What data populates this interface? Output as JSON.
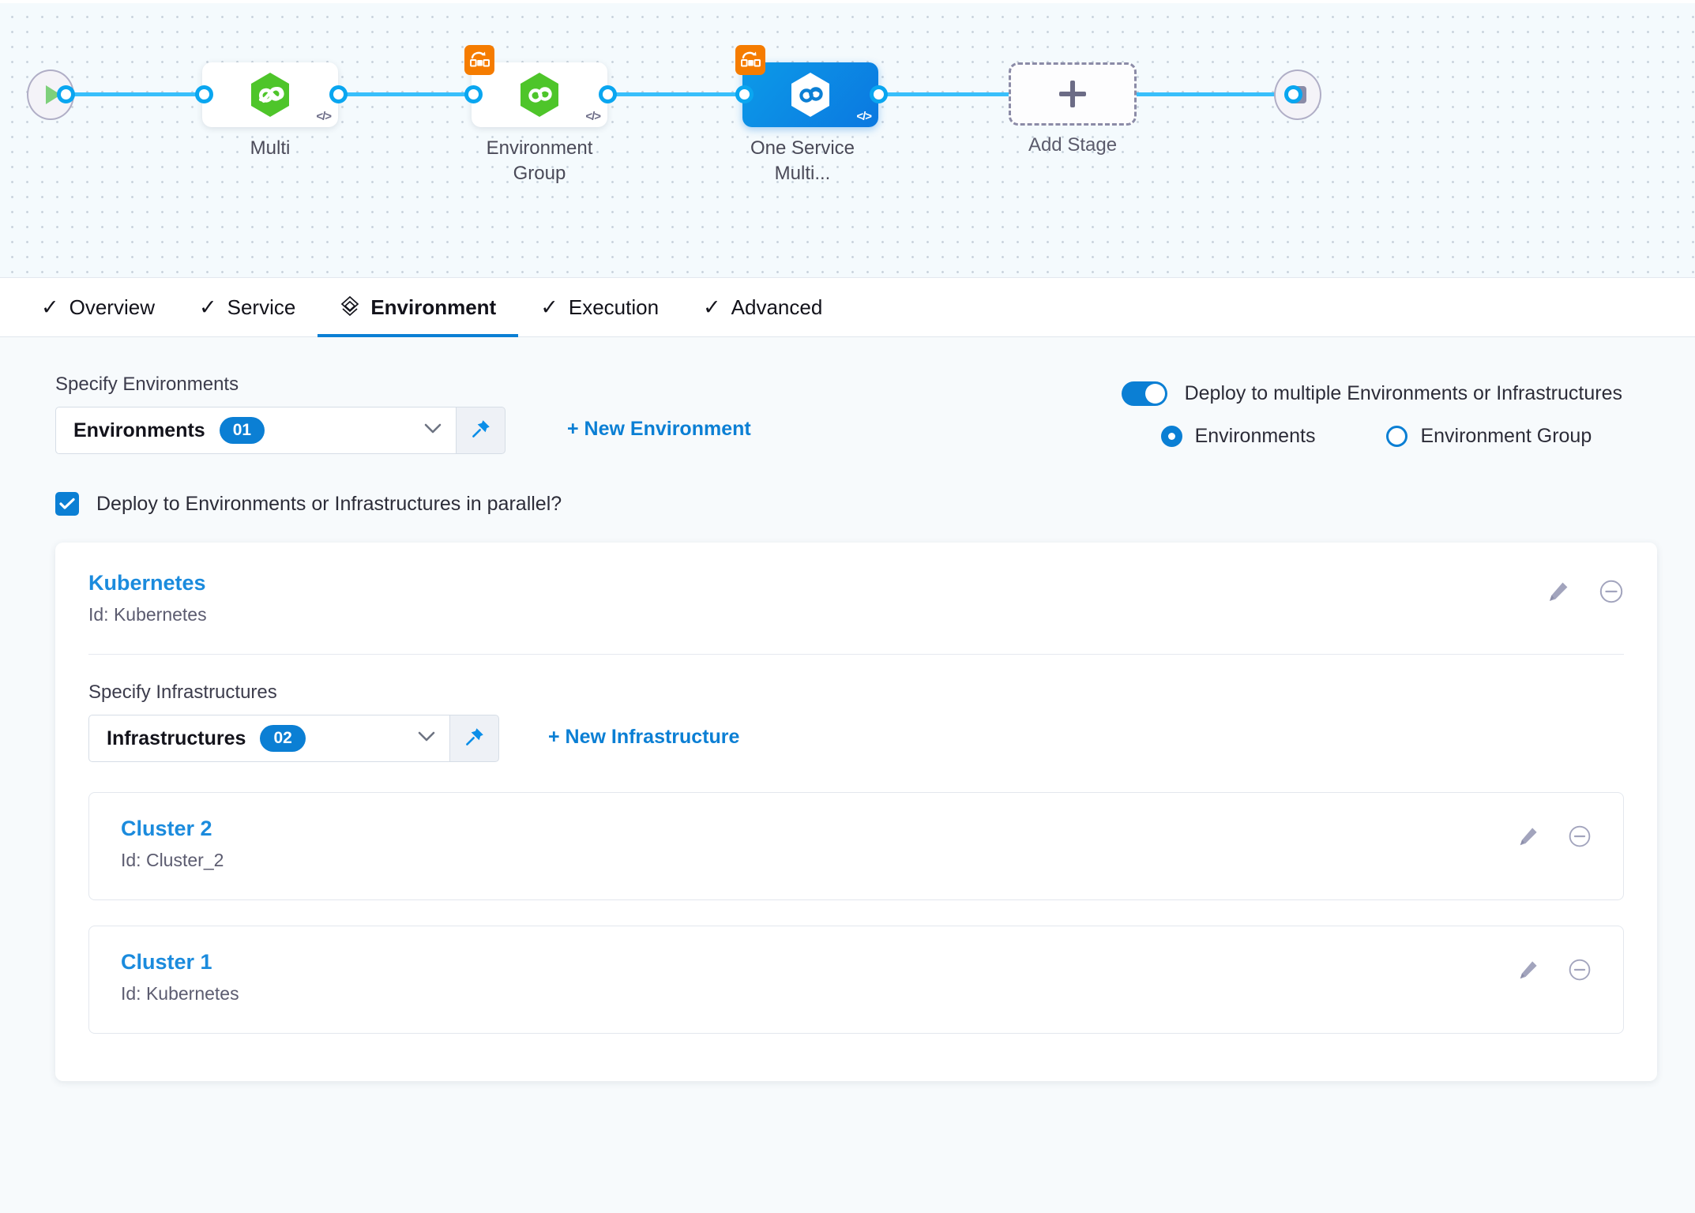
{
  "pipeline": {
    "start_node": "start-play",
    "end_node": "stop-square",
    "stages": [
      {
        "label": "Multi",
        "type": "deployment",
        "selected": false,
        "has_badge": false,
        "code_glyph": "</>"
      },
      {
        "label": "Environment Group",
        "type": "deployment",
        "selected": false,
        "has_badge": true,
        "code_glyph": "</>"
      },
      {
        "label": "One Service Multi...",
        "type": "deployment",
        "selected": true,
        "has_badge": true,
        "code_glyph": "</>"
      }
    ],
    "add_stage_label": "Add Stage",
    "colors": {
      "wire": "#38bffb",
      "selected_stage": "#0b7fd4",
      "stage_icon_green": "#4ec52a",
      "badge_orange": "#f57c00"
    }
  },
  "tabs": [
    {
      "label": "Overview",
      "icon": "check-icon",
      "active": false
    },
    {
      "label": "Service",
      "icon": "check-icon",
      "active": false
    },
    {
      "label": "Environment",
      "icon": "layers-icon",
      "active": true
    },
    {
      "label": "Execution",
      "icon": "check-icon",
      "active": false
    },
    {
      "label": "Advanced",
      "icon": "check-icon",
      "active": false
    }
  ],
  "environments_section": {
    "label": "Specify Environments",
    "select": {
      "text": "Environments",
      "count": "01",
      "chevron": "chevron-down-icon"
    },
    "pin_icon": "pin-icon",
    "new_link": "+ New Environment"
  },
  "deploy_options": {
    "toggle_label": "Deploy to multiple Environments or Infrastructures",
    "toggle_on": true,
    "radios": [
      {
        "label": "Environments",
        "selected": true
      },
      {
        "label": "Environment Group",
        "selected": false
      }
    ]
  },
  "parallel_checkbox": {
    "label": "Deploy to Environments or Infrastructures in parallel?",
    "checked": true
  },
  "environment_card": {
    "name": "Kubernetes",
    "id": "Id: Kubernetes",
    "edit_icon": "pencil-icon",
    "remove_icon": "minus-circle-icon",
    "infrastructures_section": {
      "label": "Specify Infrastructures",
      "select": {
        "text": "Infrastructures",
        "count": "02",
        "chevron": "chevron-down-icon"
      },
      "pin_icon": "pin-icon",
      "new_link": "+ New Infrastructure"
    },
    "infrastructures": [
      {
        "name": "Cluster 2",
        "id": "Id: Cluster_2",
        "edit_icon": "pencil-icon",
        "remove_icon": "minus-circle-icon"
      },
      {
        "name": "Cluster 1",
        "id": "Id: Kubernetes",
        "edit_icon": "pencil-icon",
        "remove_icon": "minus-circle-icon"
      }
    ]
  }
}
